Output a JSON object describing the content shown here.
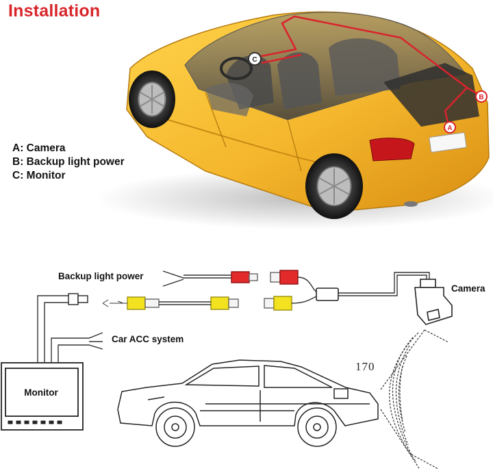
{
  "title": "Installation",
  "legend": [
    {
      "key": "A",
      "label": "A: Camera"
    },
    {
      "key": "B",
      "label": "B: Backup light power"
    },
    {
      "key": "C",
      "label": "C: Monitor"
    }
  ],
  "car_markers": {
    "a": "A",
    "b": "B",
    "c": "C"
  },
  "wiring": {
    "backup_light_power": "Backup light power",
    "car_acc_system": "Car ACC system",
    "camera": "Camera",
    "monitor": "Monitor",
    "view_angle": "170"
  },
  "colors": {
    "title_red": "#d8262b",
    "car_yellow": "#f4b62c",
    "wire_red": "#d9232d",
    "rca_red": "#e32a2a",
    "rca_yellow": "#f3e21f"
  }
}
